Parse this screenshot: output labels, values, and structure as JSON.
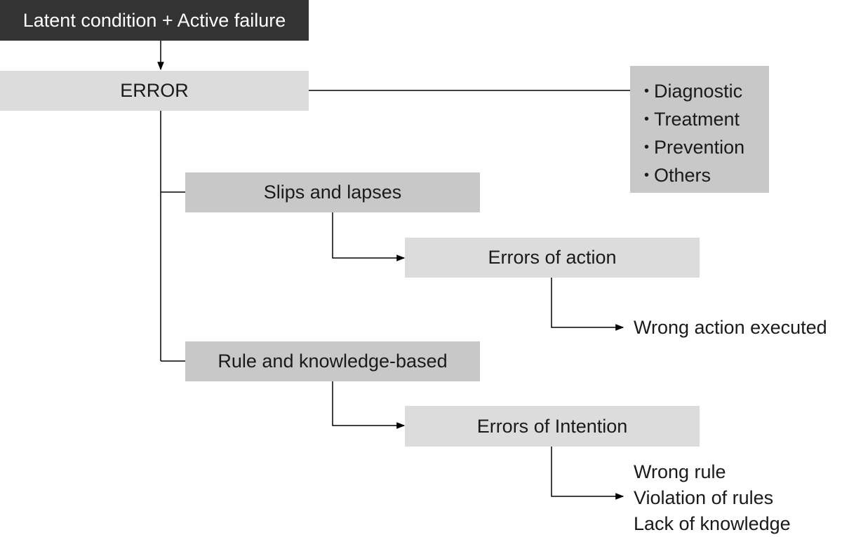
{
  "diagram": {
    "top_box": "Latent condition + Active failure",
    "error_box": "ERROR",
    "error_types": [
      "Diagnostic",
      "Treatment",
      "Prevention",
      "Others"
    ],
    "slips_box": "Slips and lapses",
    "errors_action_box": "Errors of action",
    "wrong_action": "Wrong action executed",
    "rule_box": "Rule and knowledge-based",
    "errors_intention_box": "Errors of Intention",
    "intention_outcomes": [
      "Wrong rule",
      "Violation of rules",
      "Lack of knowledge"
    ]
  }
}
